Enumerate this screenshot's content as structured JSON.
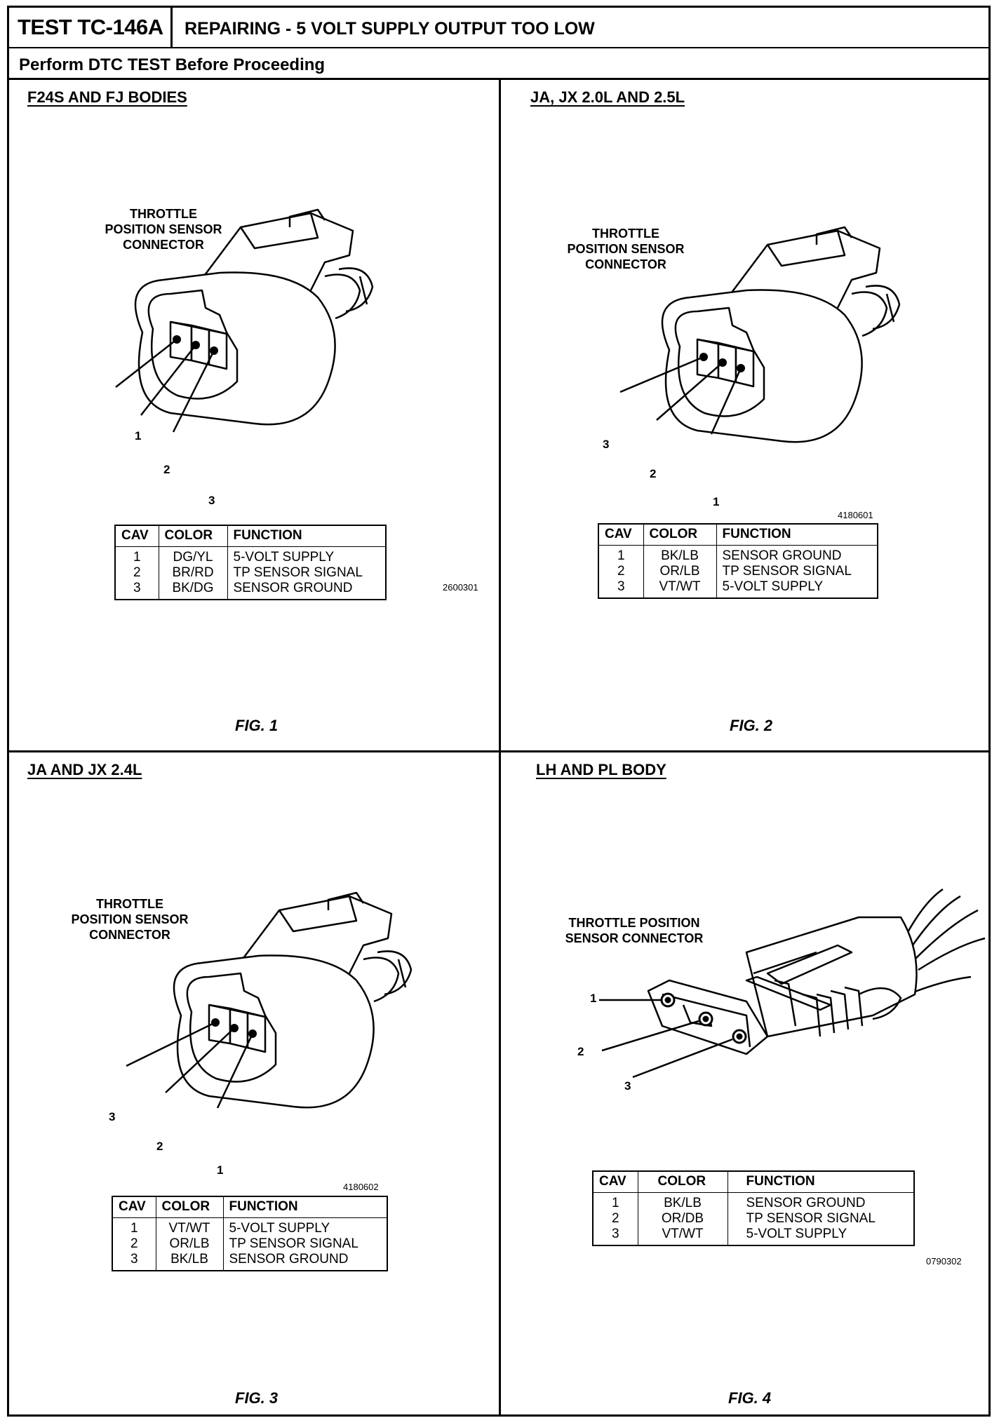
{
  "header": {
    "test_id": "TEST TC-146A",
    "title": "REPAIRING - 5 VOLT SUPPLY OUTPUT TOO LOW",
    "subtitle": "Perform DTC TEST Before Proceeding"
  },
  "panels": [
    {
      "heading": "F24S AND FJ BODIES",
      "connector_label": "THROTTLE\nPOSITION SENSOR\nCONNECTOR",
      "pins": [
        "1",
        "2",
        "3"
      ],
      "figure_code": "2600301",
      "figure_label": "FIG. 1",
      "table": {
        "headers": [
          "CAV",
          "COLOR",
          "FUNCTION"
        ],
        "rows": [
          [
            "1",
            "DG/YL",
            "5-VOLT SUPPLY"
          ],
          [
            "2",
            "BR/RD",
            "TP SENSOR SIGNAL"
          ],
          [
            "3",
            "BK/DG",
            "SENSOR GROUND"
          ]
        ]
      }
    },
    {
      "heading": "JA, JX 2.0L AND 2.5L",
      "connector_label": "THROTTLE\nPOSITION SENSOR\nCONNECTOR",
      "pins": [
        "3",
        "2",
        "1"
      ],
      "figure_code": "4180601",
      "figure_label": "FIG. 2",
      "table": {
        "headers": [
          "CAV",
          "COLOR",
          "FUNCTION"
        ],
        "rows": [
          [
            "1",
            "BK/LB",
            "SENSOR GROUND"
          ],
          [
            "2",
            "OR/LB",
            "TP SENSOR SIGNAL"
          ],
          [
            "3",
            "VT/WT",
            "5-VOLT SUPPLY"
          ]
        ]
      }
    },
    {
      "heading": "JA AND JX 2.4L",
      "connector_label": "THROTTLE\nPOSITION SENSOR\nCONNECTOR",
      "pins": [
        "3",
        "2",
        "1"
      ],
      "figure_code": "4180602",
      "figure_label": "FIG. 3",
      "table": {
        "headers": [
          "CAV",
          "COLOR",
          "FUNCTION"
        ],
        "rows": [
          [
            "1",
            "VT/WT",
            "5-VOLT SUPPLY"
          ],
          [
            "2",
            "OR/LB",
            "TP SENSOR SIGNAL"
          ],
          [
            "3",
            "BK/LB",
            "SENSOR GROUND"
          ]
        ]
      }
    },
    {
      "heading": "LH AND PL BODY",
      "connector_label": "THROTTLE POSITION\nSENSOR CONNECTOR",
      "pins": [
        "1",
        "2",
        "3"
      ],
      "figure_code": "0790302",
      "figure_label": "FIG. 4",
      "table": {
        "headers": [
          "CAV",
          "COLOR",
          "FUNCTION"
        ],
        "rows": [
          [
            "1",
            "BK/LB",
            "SENSOR GROUND"
          ],
          [
            "2",
            "OR/DB",
            "TP SENSOR SIGNAL"
          ],
          [
            "3",
            "VT/WT",
            "5-VOLT SUPPLY"
          ]
        ]
      }
    }
  ]
}
